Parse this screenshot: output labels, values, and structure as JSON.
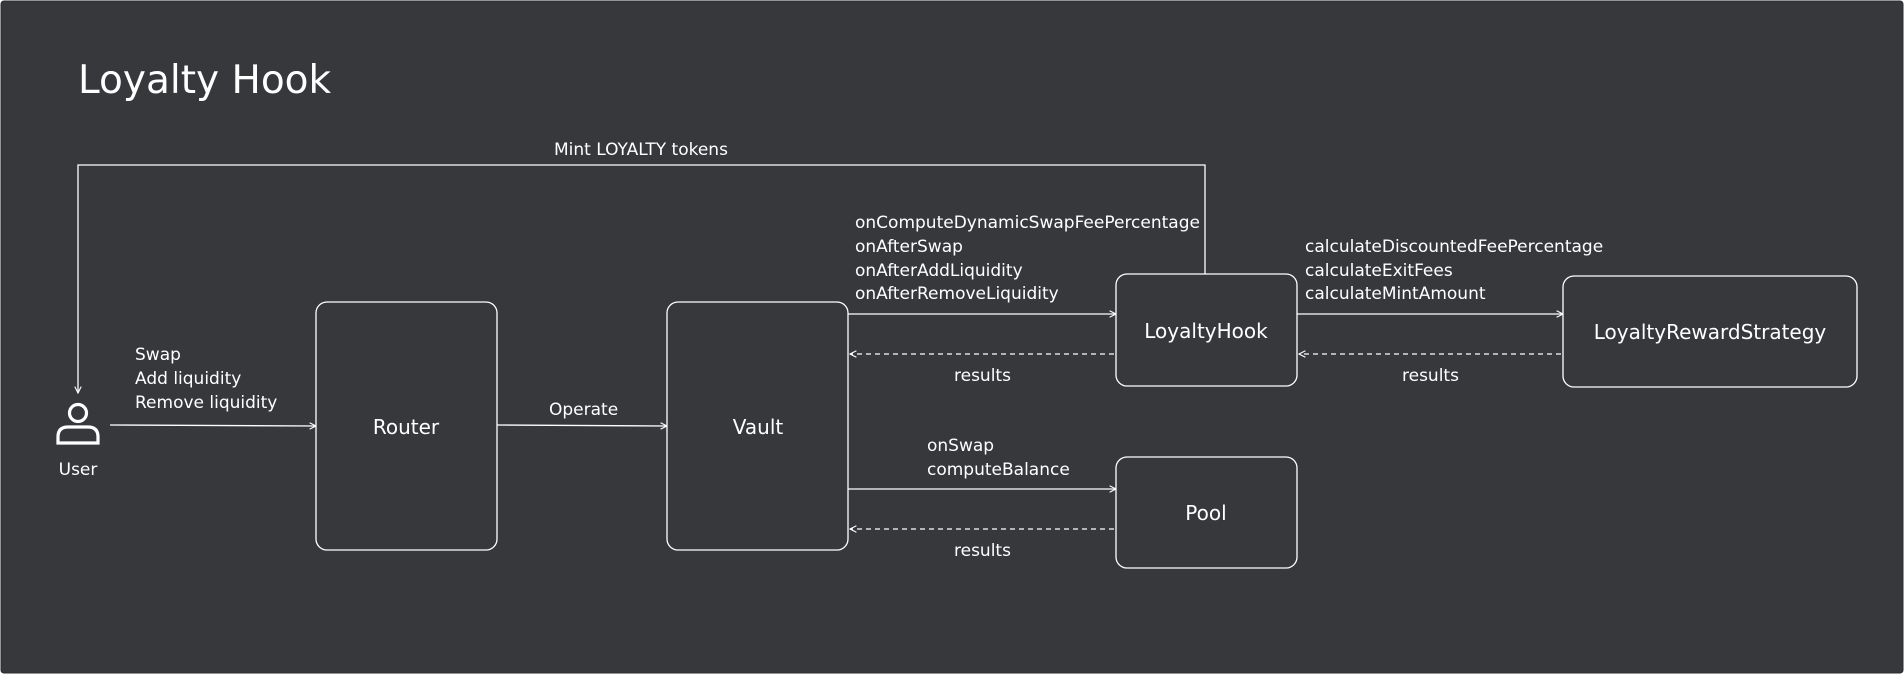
{
  "title": "Loyalty Hook",
  "colors": {
    "background": "#37383c",
    "foreground": "#ffffff"
  },
  "actor": {
    "label": "User",
    "icon": "user-icon"
  },
  "nodes": {
    "router": "Router",
    "vault": "Vault",
    "loyalty_hook": "LoyaltyHook",
    "pool": "Pool",
    "strategy": "LoyaltyRewardStrategy"
  },
  "edges": {
    "user_to_router": [
      "Swap",
      "Add liquidity",
      "Remove liquidity"
    ],
    "router_to_vault": "Operate",
    "vault_to_hook": [
      "onComputeDynamicSwapFeePercentage",
      "onAfterSwap",
      "onAfterAddLiquidity",
      "onAfterRemoveLiquidity"
    ],
    "hook_to_vault": "results",
    "hook_to_strategy": [
      "calculateDiscountedFeePercentage",
      "calculateExitFees",
      "calculateMintAmount"
    ],
    "strategy_to_hook": "results",
    "vault_to_pool": [
      "onSwap",
      "computeBalance"
    ],
    "pool_to_vault": "results",
    "hook_to_user": "Mint LOYALTY tokens"
  }
}
